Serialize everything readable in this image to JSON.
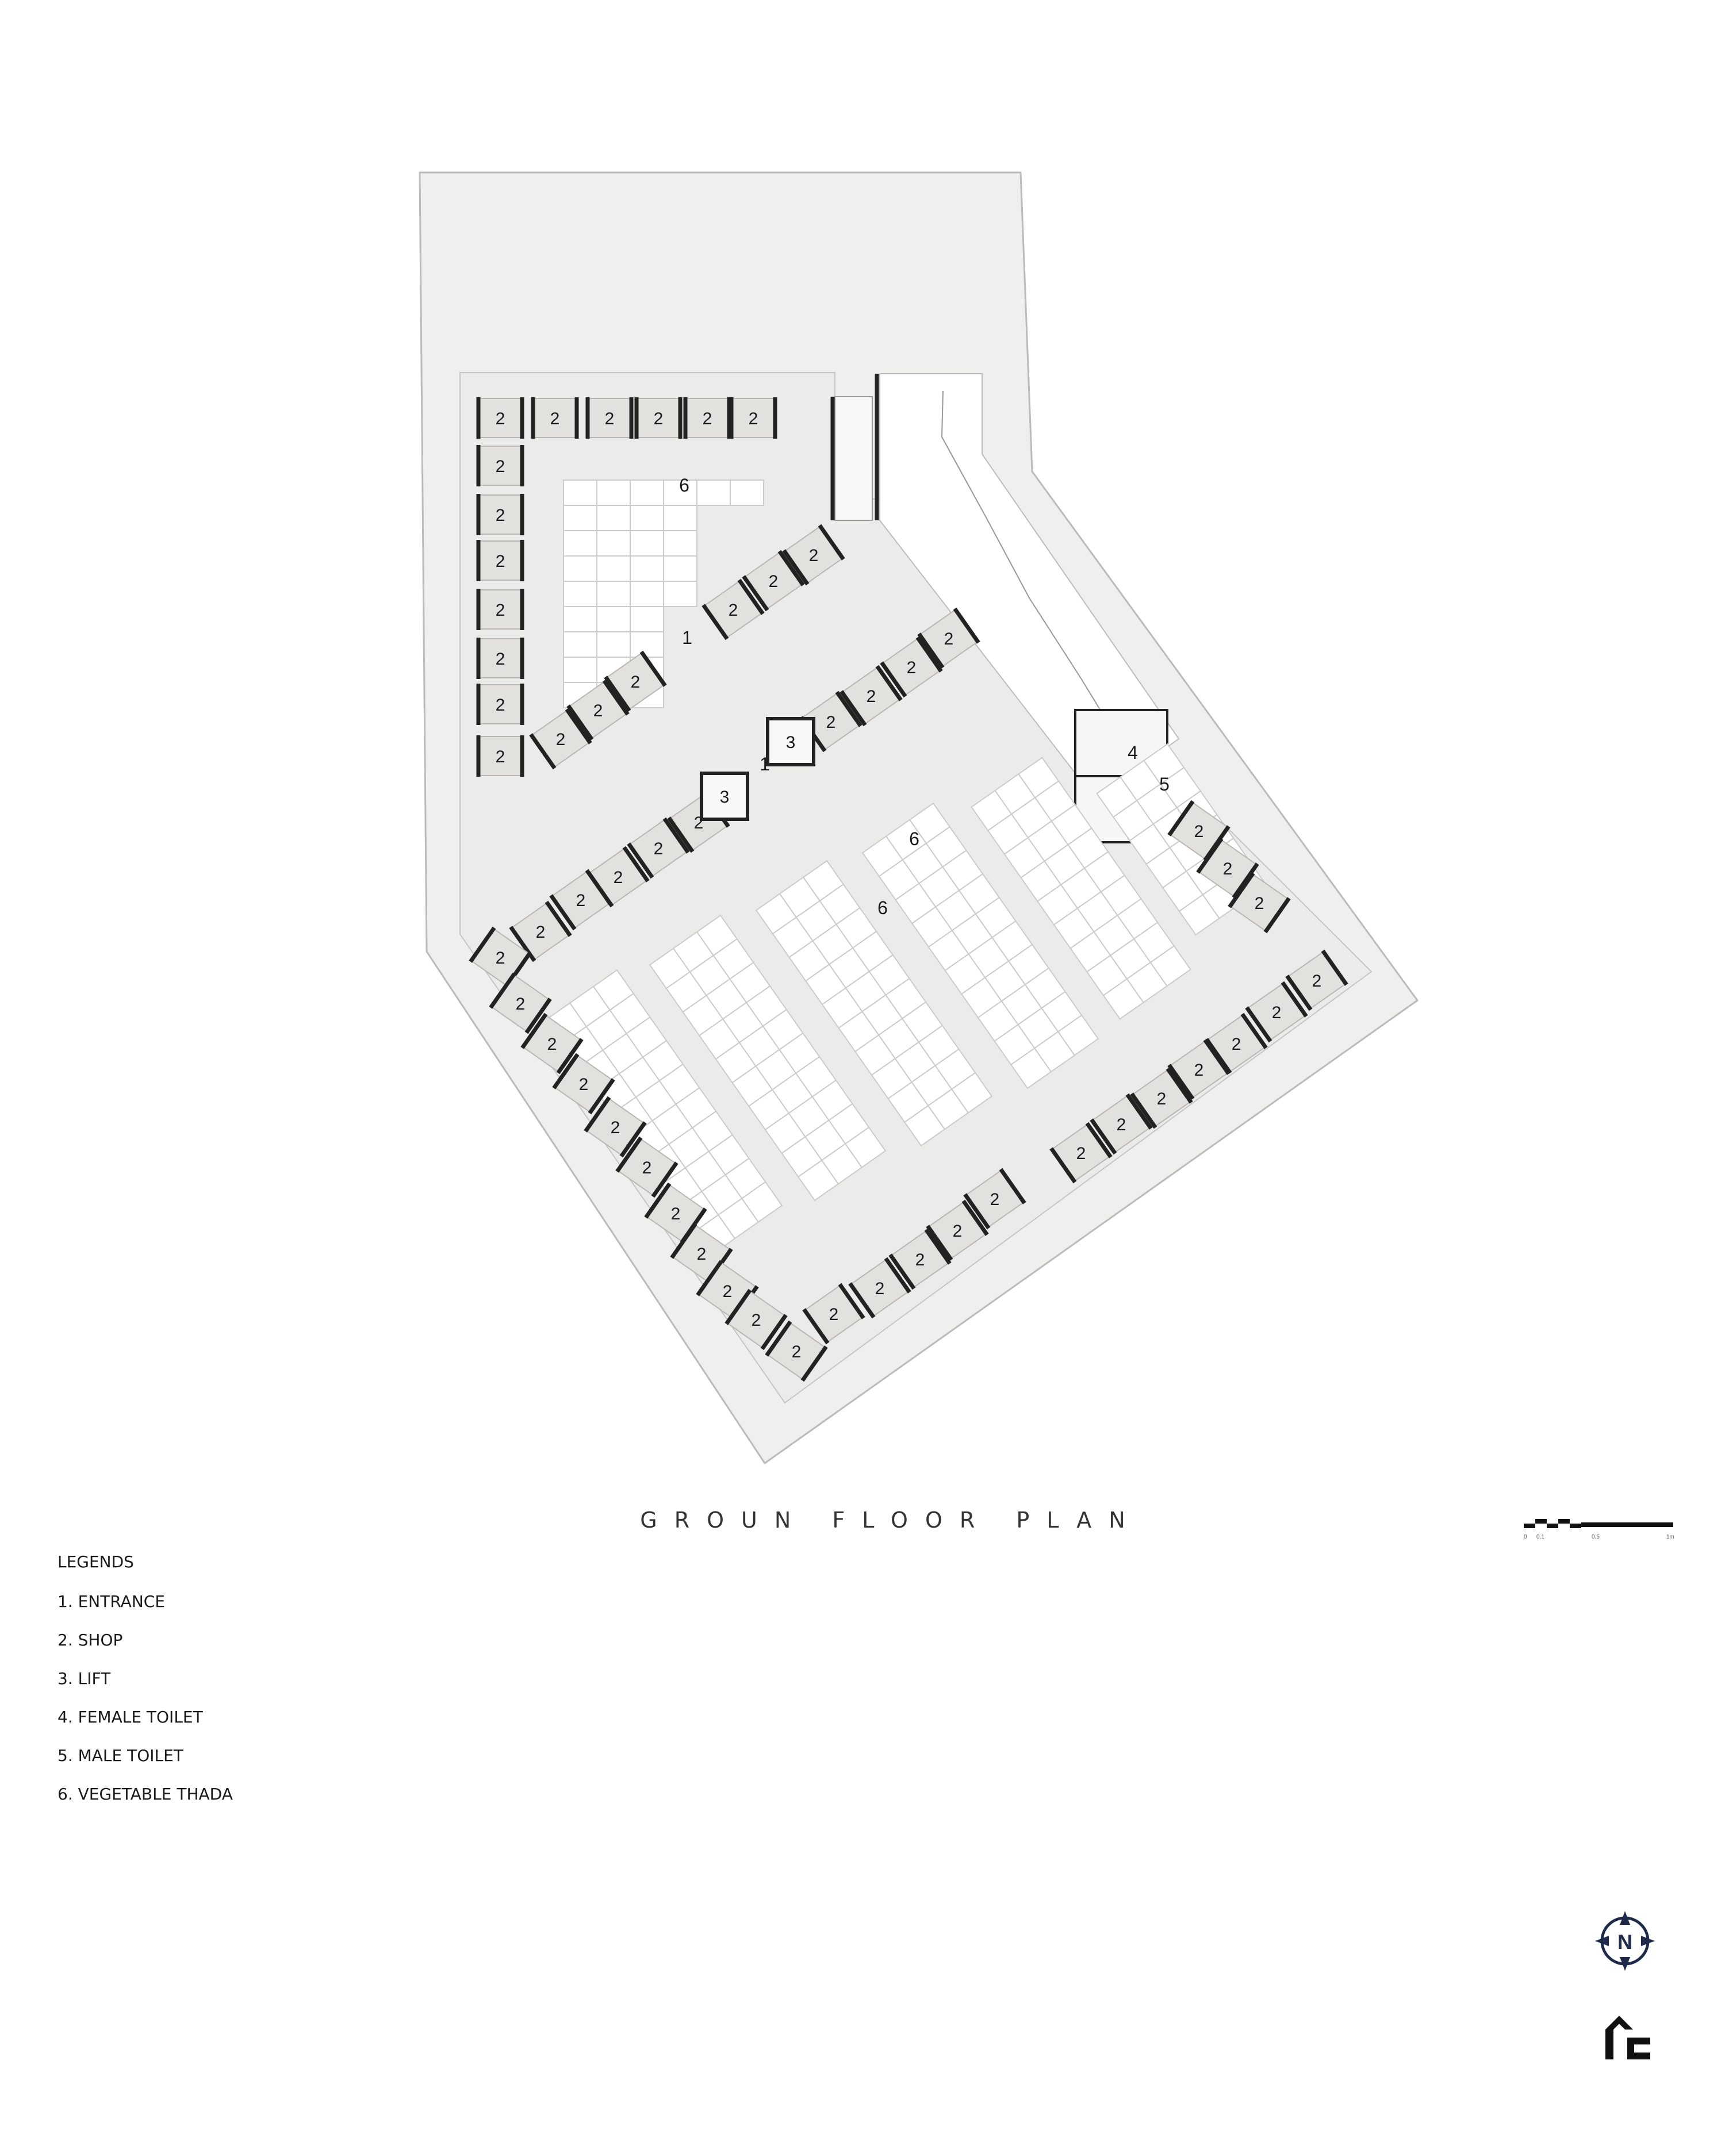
{
  "drawing": {
    "title": "GROUN FLOOR PLAN",
    "room_tags": {
      "entrance": "1",
      "shop": "2",
      "lift": "3",
      "female_toilet": "4",
      "male_toilet": "5",
      "vegetable_thada": "6"
    }
  },
  "legend": {
    "title": "LEGENDS",
    "items": [
      {
        "label": "1. ENTRANCE"
      },
      {
        "label": "2. SHOP"
      },
      {
        "label": "3. LIFT"
      },
      {
        "label": "4. FEMALE TOILET"
      },
      {
        "label": "5. MALE TOILET"
      },
      {
        "label": "6. VEGETABLE THADA"
      }
    ]
  },
  "scale": {
    "labels": [
      "0",
      "0.1",
      "0.5",
      "1m"
    ]
  },
  "north_arrow": {
    "label": "N",
    "icon": "north-arrow-icon"
  },
  "logo": {
    "icon": "rc-logo-icon"
  },
  "colors": {
    "site": "#efefee",
    "shop": "#e2e1de",
    "stall": "#ffffff",
    "wall": "#222222",
    "accent": "#1f2a4a"
  }
}
